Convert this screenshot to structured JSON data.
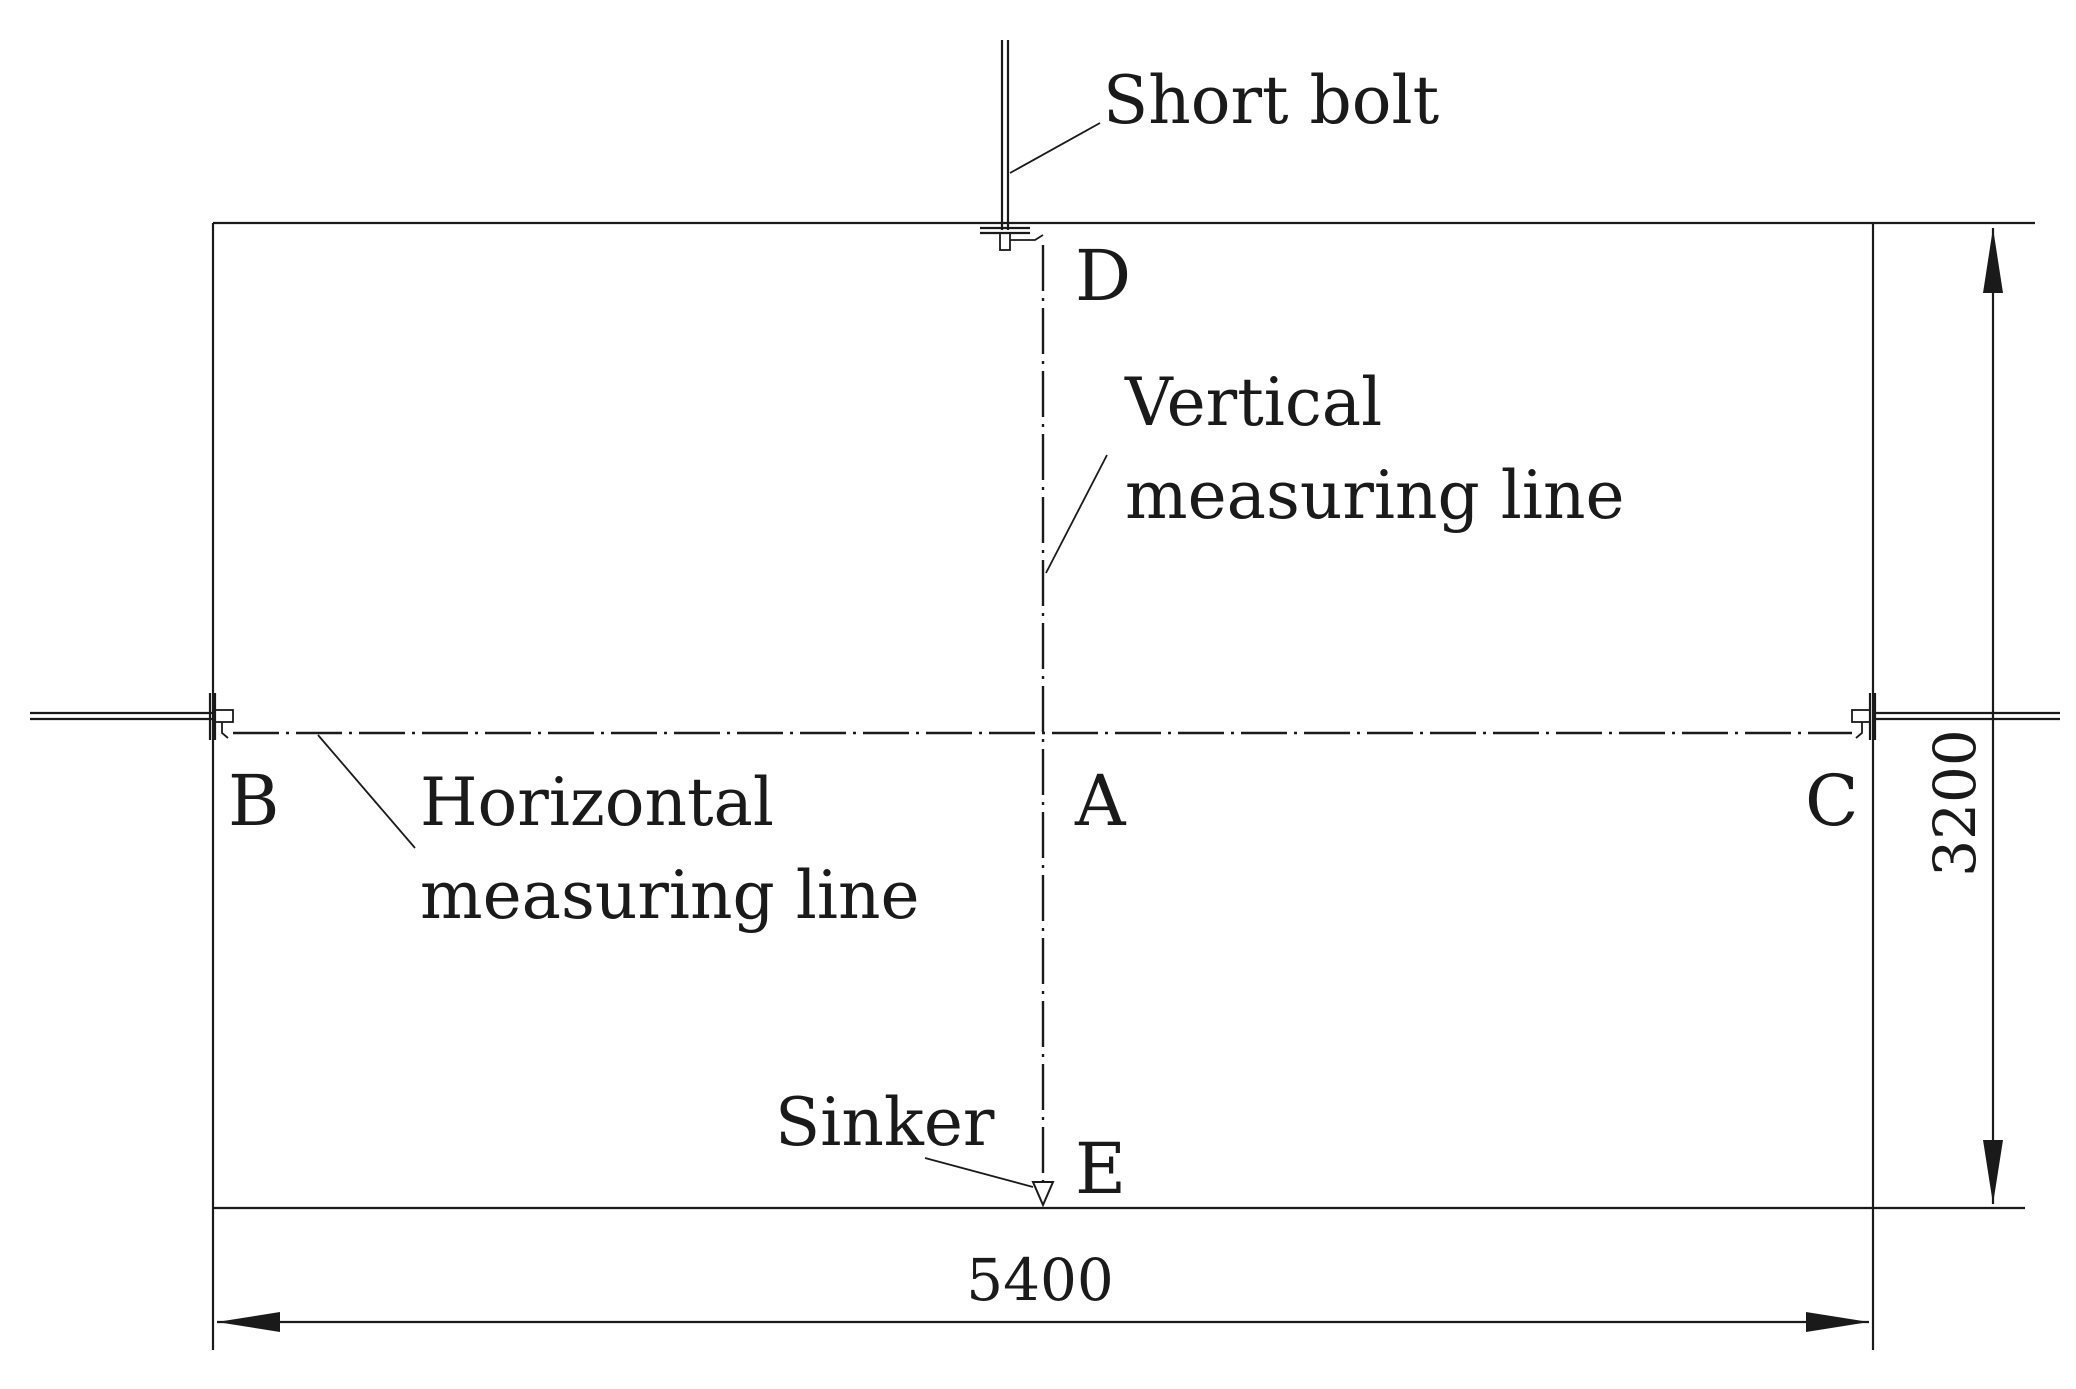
{
  "labels": {
    "short_bolt": "Short bolt",
    "vertical_line_1": "Vertical",
    "vertical_line_2": "measuring line",
    "horizontal_line_1": "Horizontal",
    "horizontal_line_2": "measuring line",
    "sinker": "Sinker"
  },
  "points": {
    "A": "A",
    "B": "B",
    "C": "C",
    "D": "D",
    "E": "E"
  },
  "dimensions": {
    "width": "5400",
    "height": "3200"
  }
}
